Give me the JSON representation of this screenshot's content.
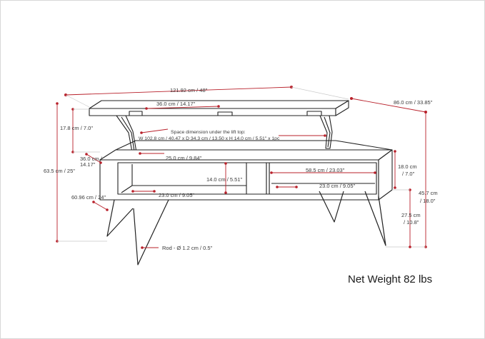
{
  "product": {
    "net_weight": "Net Weight 82 lbs"
  },
  "dimensions": {
    "top_width": "121.92 cm / 48\"",
    "top_depth": "86.0 cm / 33.85\"",
    "lift_depth": "36.0 cm / 14.17\"",
    "lift_height": "17.8 cm / 7.0\"",
    "space_title": "Space dimension under the lift top:",
    "space_dims": "W 102.8 cm / 40.47 x D 34.3 cm / 13.50 x H 14.0 cm / 5.51\" x 1pc",
    "inner_depth": "25.0 cm / 9.84\"",
    "side_depth_cm": "36.0 cm /",
    "side_depth_in": "14.17\"",
    "overall_height": "63.5 cm / 25\"",
    "shelf_height": "14.0 cm / 5.51\"",
    "shelf_width": "58.5 cm / 23.03\"",
    "box_height_cm": "18.0 cm",
    "box_height_in": "/ 7.0\"",
    "shelf_left_depth": "23.0 cm / 9.05\"",
    "shelf_right_depth": "23.0 cm / 9.05\"",
    "leg_spread": "60.96 cm / 24\"",
    "total_height_cm": "45.7 cm",
    "total_height_in": "/ 18.0\"",
    "leg_height_cm": "27.5 cm",
    "leg_height_in": "/ 10.8\"",
    "rod": "Rod - Ø 1.2 cm / 0.5\""
  }
}
